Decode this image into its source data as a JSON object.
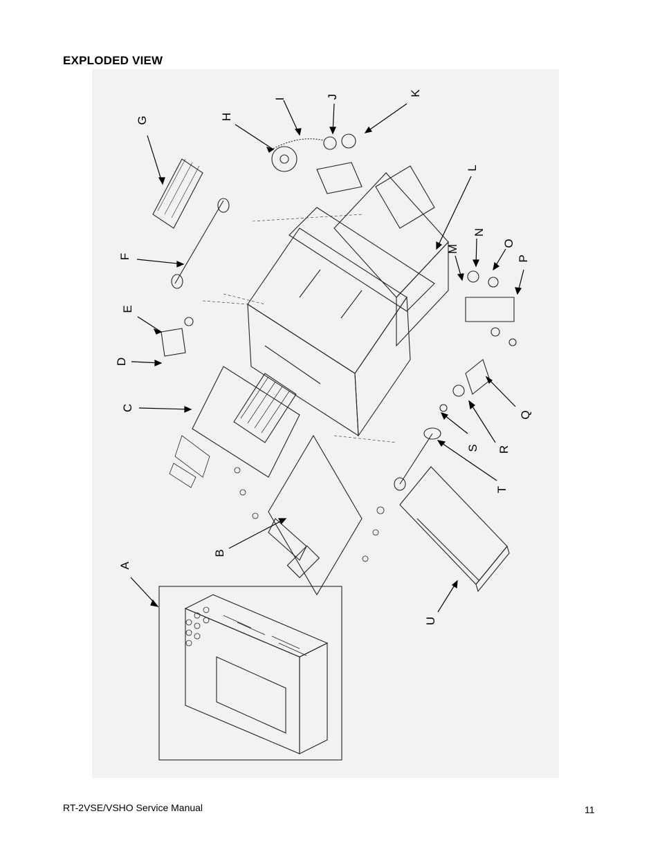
{
  "heading": "EXPLODED VIEW",
  "figure": {
    "callouts": [
      "A",
      "B",
      "C",
      "D",
      "E",
      "F",
      "G",
      "H",
      "I",
      "J",
      "K",
      "L",
      "M",
      "N",
      "O",
      "P",
      "Q",
      "R",
      "S",
      "T",
      "U"
    ]
  },
  "footer": {
    "manual_title": "RT-2VSE/VSHO Service Manual",
    "page_number": "11"
  }
}
